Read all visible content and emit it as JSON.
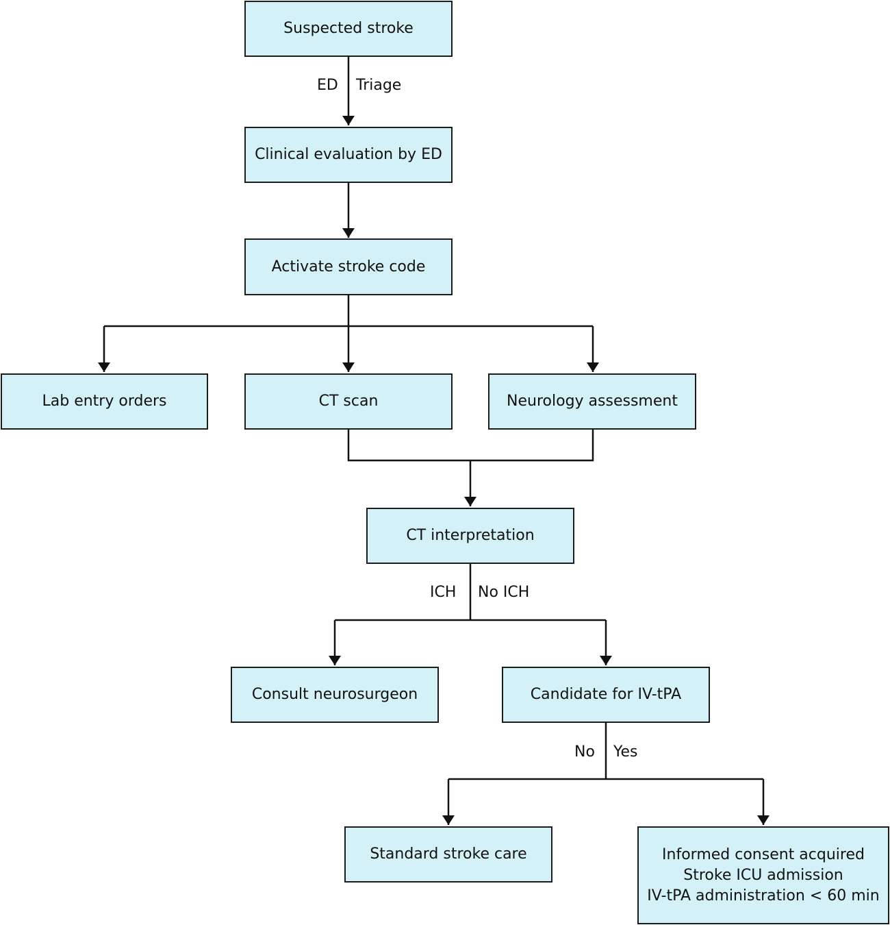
{
  "flowchart": {
    "colors": {
      "node_fill": "#d3f1f7",
      "node_border": "#1c1c1c",
      "line": "#111111"
    },
    "nodes": {
      "suspected_stroke": "Suspected stroke",
      "clinical_evaluation": "Clinical evaluation by ED",
      "activate_stroke_code": "Activate stroke code",
      "lab_entry_orders": "Lab entry orders",
      "ct_scan": "CT scan",
      "neurology_assessment": "Neurology assessment",
      "ct_interpretation": "CT interpretation",
      "consult_neurosurgeon": "Consult neurosurgeon",
      "candidate_iv_tpa": "Candidate for IV-tPA",
      "standard_stroke_care": "Standard stroke care",
      "tpa_pathway": [
        "Informed consent acquired",
        "Stroke ICU admission",
        "IV-tPA administration < 60 min"
      ]
    },
    "edge_labels": {
      "ed": "ED",
      "triage": "Triage",
      "ich": "ICH",
      "no_ich": "No ICH",
      "no": "No",
      "yes": "Yes"
    }
  }
}
